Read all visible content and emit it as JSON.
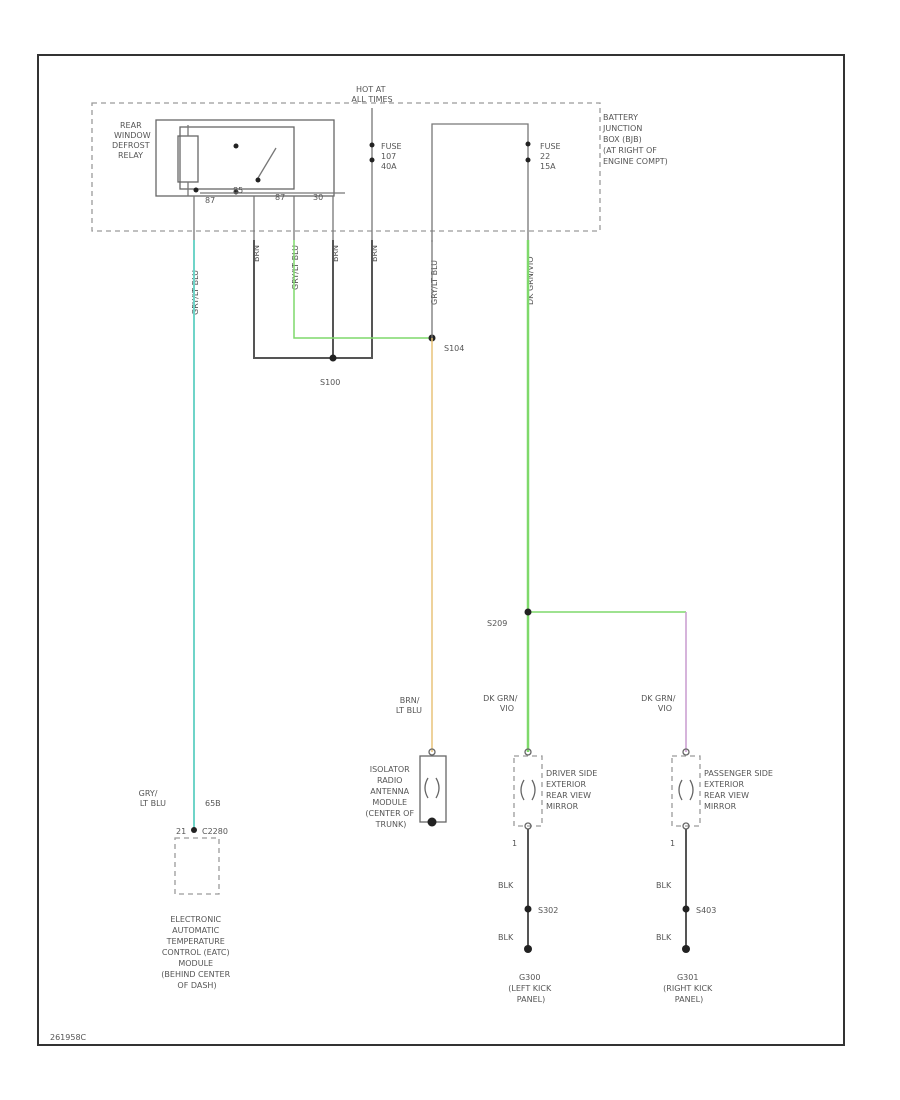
{
  "colors": {
    "wire_grey_light_blue": "#6fd4c8",
    "wire_brown_light_blue": "#e9c47a",
    "wire_dark_green_violet": "#7fd96b",
    "wire_violet": "#c99bcf",
    "wire_black": "#555555"
  },
  "header": {
    "hot_at_all_times": [
      "HOT AT",
      "ALL TIMES"
    ]
  },
  "relay": {
    "label": [
      "REAR",
      "WINDOW",
      "DEFROST",
      "RELAY"
    ],
    "pin_labels": [
      "87",
      "85",
      "87",
      "30"
    ]
  },
  "fuse_107": [
    "FUSE",
    "107",
    "40A"
  ],
  "fuse_22": [
    "FUSE",
    "22",
    "15A"
  ],
  "battery_junction_box": [
    "BATTERY",
    "JUNCTION",
    "BOX (BJB)",
    "(AT RIGHT OF",
    "ENGINE COMPT)"
  ],
  "vertical_wire_labels": [
    "GRY/LT BLU",
    "BRN",
    "GRY/LT BLU",
    "BRN",
    "BRN",
    "GRY/LT BLU",
    "DK GRN/VIO"
  ],
  "splices": {
    "s100": "S100",
    "s104": "S104",
    "s209": "S209",
    "s302": "S302",
    "s403": "S403"
  },
  "wire_labels": {
    "eatc_wire": [
      "GRY/",
      "LT BLU"
    ],
    "eatc_circuit": "65B",
    "radio_wire": [
      "BRN/",
      "LT BLU"
    ],
    "driver_wire": [
      "DK GRN/",
      "VIO"
    ],
    "pass_wire": [
      "DK GRN/",
      "VIO"
    ],
    "blk_1": "BLK",
    "blk_2": "BLK",
    "blk_3": "BLK",
    "blk_4": "BLK"
  },
  "connectors": {
    "eatc_pin": "21",
    "eatc_connector": "C2280",
    "mirror_pin_bottom": "1"
  },
  "components": {
    "eatc": [
      "ELECTRONIC",
      "AUTOMATIC",
      "TEMPERATURE",
      "CONTROL (EATC)",
      "MODULE",
      "(BEHIND CENTER",
      "OF DASH)"
    ],
    "isolator": [
      "ISOLATOR",
      "RADIO",
      "ANTENNA",
      "MODULE",
      "(CENTER OF",
      "TRUNK)"
    ],
    "driver_mirror": [
      "DRIVER SIDE",
      "EXTERIOR",
      "REAR VIEW",
      "MIRROR"
    ],
    "passenger_mirror": [
      "PASSENGER SIDE",
      "EXTERIOR",
      "REAR VIEW",
      "MIRROR"
    ]
  },
  "grounds": {
    "g300": [
      "G300",
      "(LEFT KICK",
      "PANEL)"
    ],
    "g301": [
      "G301",
      "(RIGHT KICK",
      "PANEL)"
    ]
  },
  "footer_code": "261958C"
}
